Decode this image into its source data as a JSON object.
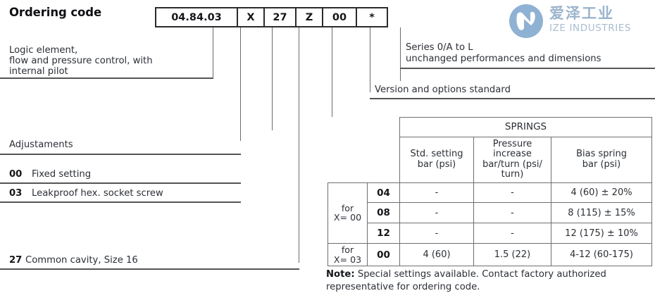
{
  "page": {
    "title": "Ordering code"
  },
  "ordering_code": {
    "segments": [
      {
        "value": "04.84.03",
        "width": 116
      },
      {
        "value": "X",
        "width": 38
      },
      {
        "value": "27",
        "width": 45
      },
      {
        "value": "Z",
        "width": 38
      },
      {
        "value": "00",
        "width": 48
      },
      {
        "value": "*",
        "width": 42
      }
    ]
  },
  "left_labels": {
    "logic_element": "Logic element,\nflow and pressure control, with\ninternal pilot",
    "adjustments": "Adjustaments",
    "adjust_00_code": "00",
    "adjust_00_text": "Fixed setting",
    "adjust_03_code": "03",
    "adjust_03_text": "Leakproof hex. socket screw",
    "cavity_code": "27",
    "cavity_text": "Common cavity, Size 16"
  },
  "right_labels": {
    "series": "Series 0/A to L\nunchanged performances and dimensions",
    "version": "Version and options standard"
  },
  "springs_table": {
    "group_header": "SPRINGS",
    "columns": [
      "Std. setting\nbar (psi)",
      "Pressure\nincrease\nbar/turn (psi/\nturn)",
      "Bias spring\nbar (psi)"
    ],
    "groups": [
      {
        "for_label": "for\nX= 00",
        "rows": [
          {
            "code": "04",
            "std_setting": "-",
            "pressure_increase": "-",
            "bias_spring": "4 (60) ± 20%"
          },
          {
            "code": "08",
            "std_setting": "-",
            "pressure_increase": "-",
            "bias_spring": "8 (115) ± 15%"
          },
          {
            "code": "12",
            "std_setting": "-",
            "pressure_increase": "-",
            "bias_spring": "12 (175) ± 10%"
          }
        ]
      },
      {
        "for_label": "for\nX= 03",
        "rows": [
          {
            "code": "00",
            "std_setting": "4 (60)",
            "pressure_increase": "1.5 (22)",
            "bias_spring": "4-12 (60-175)"
          }
        ]
      }
    ]
  },
  "note": {
    "label": "Note:",
    "text": " Special settings available. Contact factory authorized representative for ordering code."
  },
  "logo": {
    "name_cn": "爱泽工业",
    "name_en": "IZE INDUSTRIES",
    "mark_icon": "ize-swirl-logo-icon",
    "color": "#8fb2d4",
    "text_color": "#9bb4cd"
  }
}
